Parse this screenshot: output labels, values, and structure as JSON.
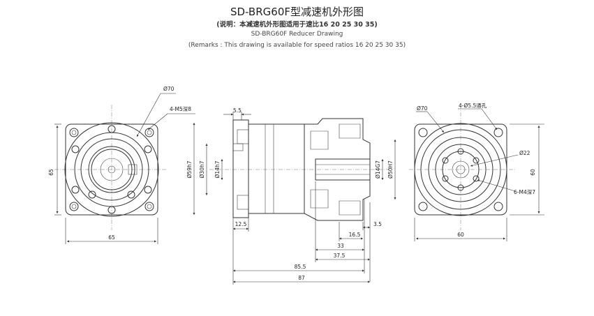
{
  "header": {
    "title": "SD-BRG60F型减速机外形图",
    "note_cn": "(说明：本减速机外形图适用于速比16 20 25 30 35)",
    "title_en": "SD-BRG60F Reducer Drawing",
    "note_en": "(Remarks : This drawing is available for speed ratios 16 20 25 30 35)"
  },
  "dims": {
    "left_od": "Ø70",
    "left_holes": "4-M5深8",
    "left_height": "65",
    "left_width": "65",
    "side_5_5": "5.5",
    "side_59": "Ø59h7",
    "side_30": "Ø30h7",
    "side_14h7": "Ø14h7",
    "side_12_5": "12.5",
    "side_14g7": "Ø14G7",
    "side_50": "Ø50H7",
    "side_3_5": "3.5",
    "side_16_5": "16.5",
    "side_33": "33",
    "side_37_5": "37.5",
    "side_85_5": "85.5",
    "side_87": "87",
    "right_od": "Ø70",
    "right_holes": "4-Ø5.5通孔",
    "right_22": "Ø22",
    "right_height": "60",
    "right_m4": "6-M4深7",
    "right_width": "60"
  }
}
